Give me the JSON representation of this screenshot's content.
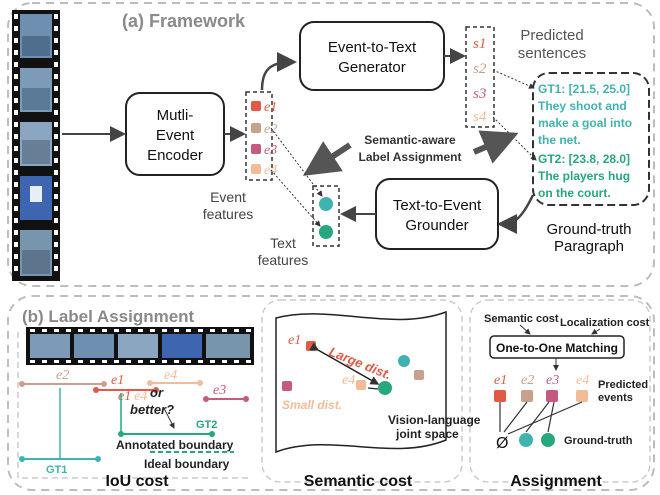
{
  "panel_a": {
    "title": "(a) Framework",
    "encoder_line1": "Mutli-",
    "encoder_line2": "Event",
    "encoder_line3": "Encoder",
    "generator_line1": "Event-to-Text",
    "generator_line2": "Generator",
    "grounder_line1": "Text-to-Event",
    "grounder_line2": "Grounder",
    "event_features_line1": "Event",
    "event_features_line2": "features",
    "text_features_line1": "Text",
    "text_features_line2": "features",
    "predicted_line1": "Predicted",
    "predicted_line2": "sentences",
    "semantic_aware_line1": "Semantic-aware",
    "semantic_aware_line2": "Label Assignment",
    "events": [
      "e1",
      "e2",
      "e3",
      "e4"
    ],
    "sentences": [
      "s1",
      "s2",
      "s3",
      "s4"
    ],
    "gt1_time": "GT1: [21.5, 25.0]",
    "gt1_text_l1": "They shoot and",
    "gt1_text_l2": "make a goal into",
    "gt1_text_l3": "the net.",
    "gt2_time": "GT2: [23.8, 28.0]",
    "gt2_text_l1": "The players hug",
    "gt2_text_l2": "on the court.",
    "gt_para_line1": "Ground-truth",
    "gt_para_line2": "Paragraph"
  },
  "panel_b": {
    "title": "(b) Label Assignment",
    "iou": {
      "e2": "e2",
      "e1": "e1",
      "e3": "e3",
      "e4": "e4",
      "or": "or",
      "e1b": "e1",
      "better": "better?",
      "gt1": "GT1",
      "gt2": "GT2",
      "annotated": "Annotated boundary",
      "ideal": "Ideal boundary",
      "caption": "IoU cost"
    },
    "semantic": {
      "e1": "e1",
      "e4": "e4",
      "large": "Large dist.",
      "small": "Small dist.",
      "space_l1": "Vision-language",
      "space_l2": "joint space",
      "caption": "Semantic cost"
    },
    "assign": {
      "semantic_cost": "Semantic cost",
      "localization_cost": "Localization cost",
      "matching": "One-to-One Matching",
      "events": [
        "e1",
        "e2",
        "e3",
        "e4"
      ],
      "predicted_l1": "Predicted",
      "predicted_l2": "events",
      "empty": "Ø",
      "ground_truth": "Ground-truth",
      "caption": "Assignment"
    }
  },
  "colors": {
    "e1": "#e05a45",
    "e2": "#c9a08d",
    "e3": "#c35c7c",
    "e4": "#f2bc98",
    "teal": "#3fb3b0",
    "green": "#26a77d",
    "panel_border": "#bdbdbd",
    "title_gray": "#8a8a8a"
  }
}
